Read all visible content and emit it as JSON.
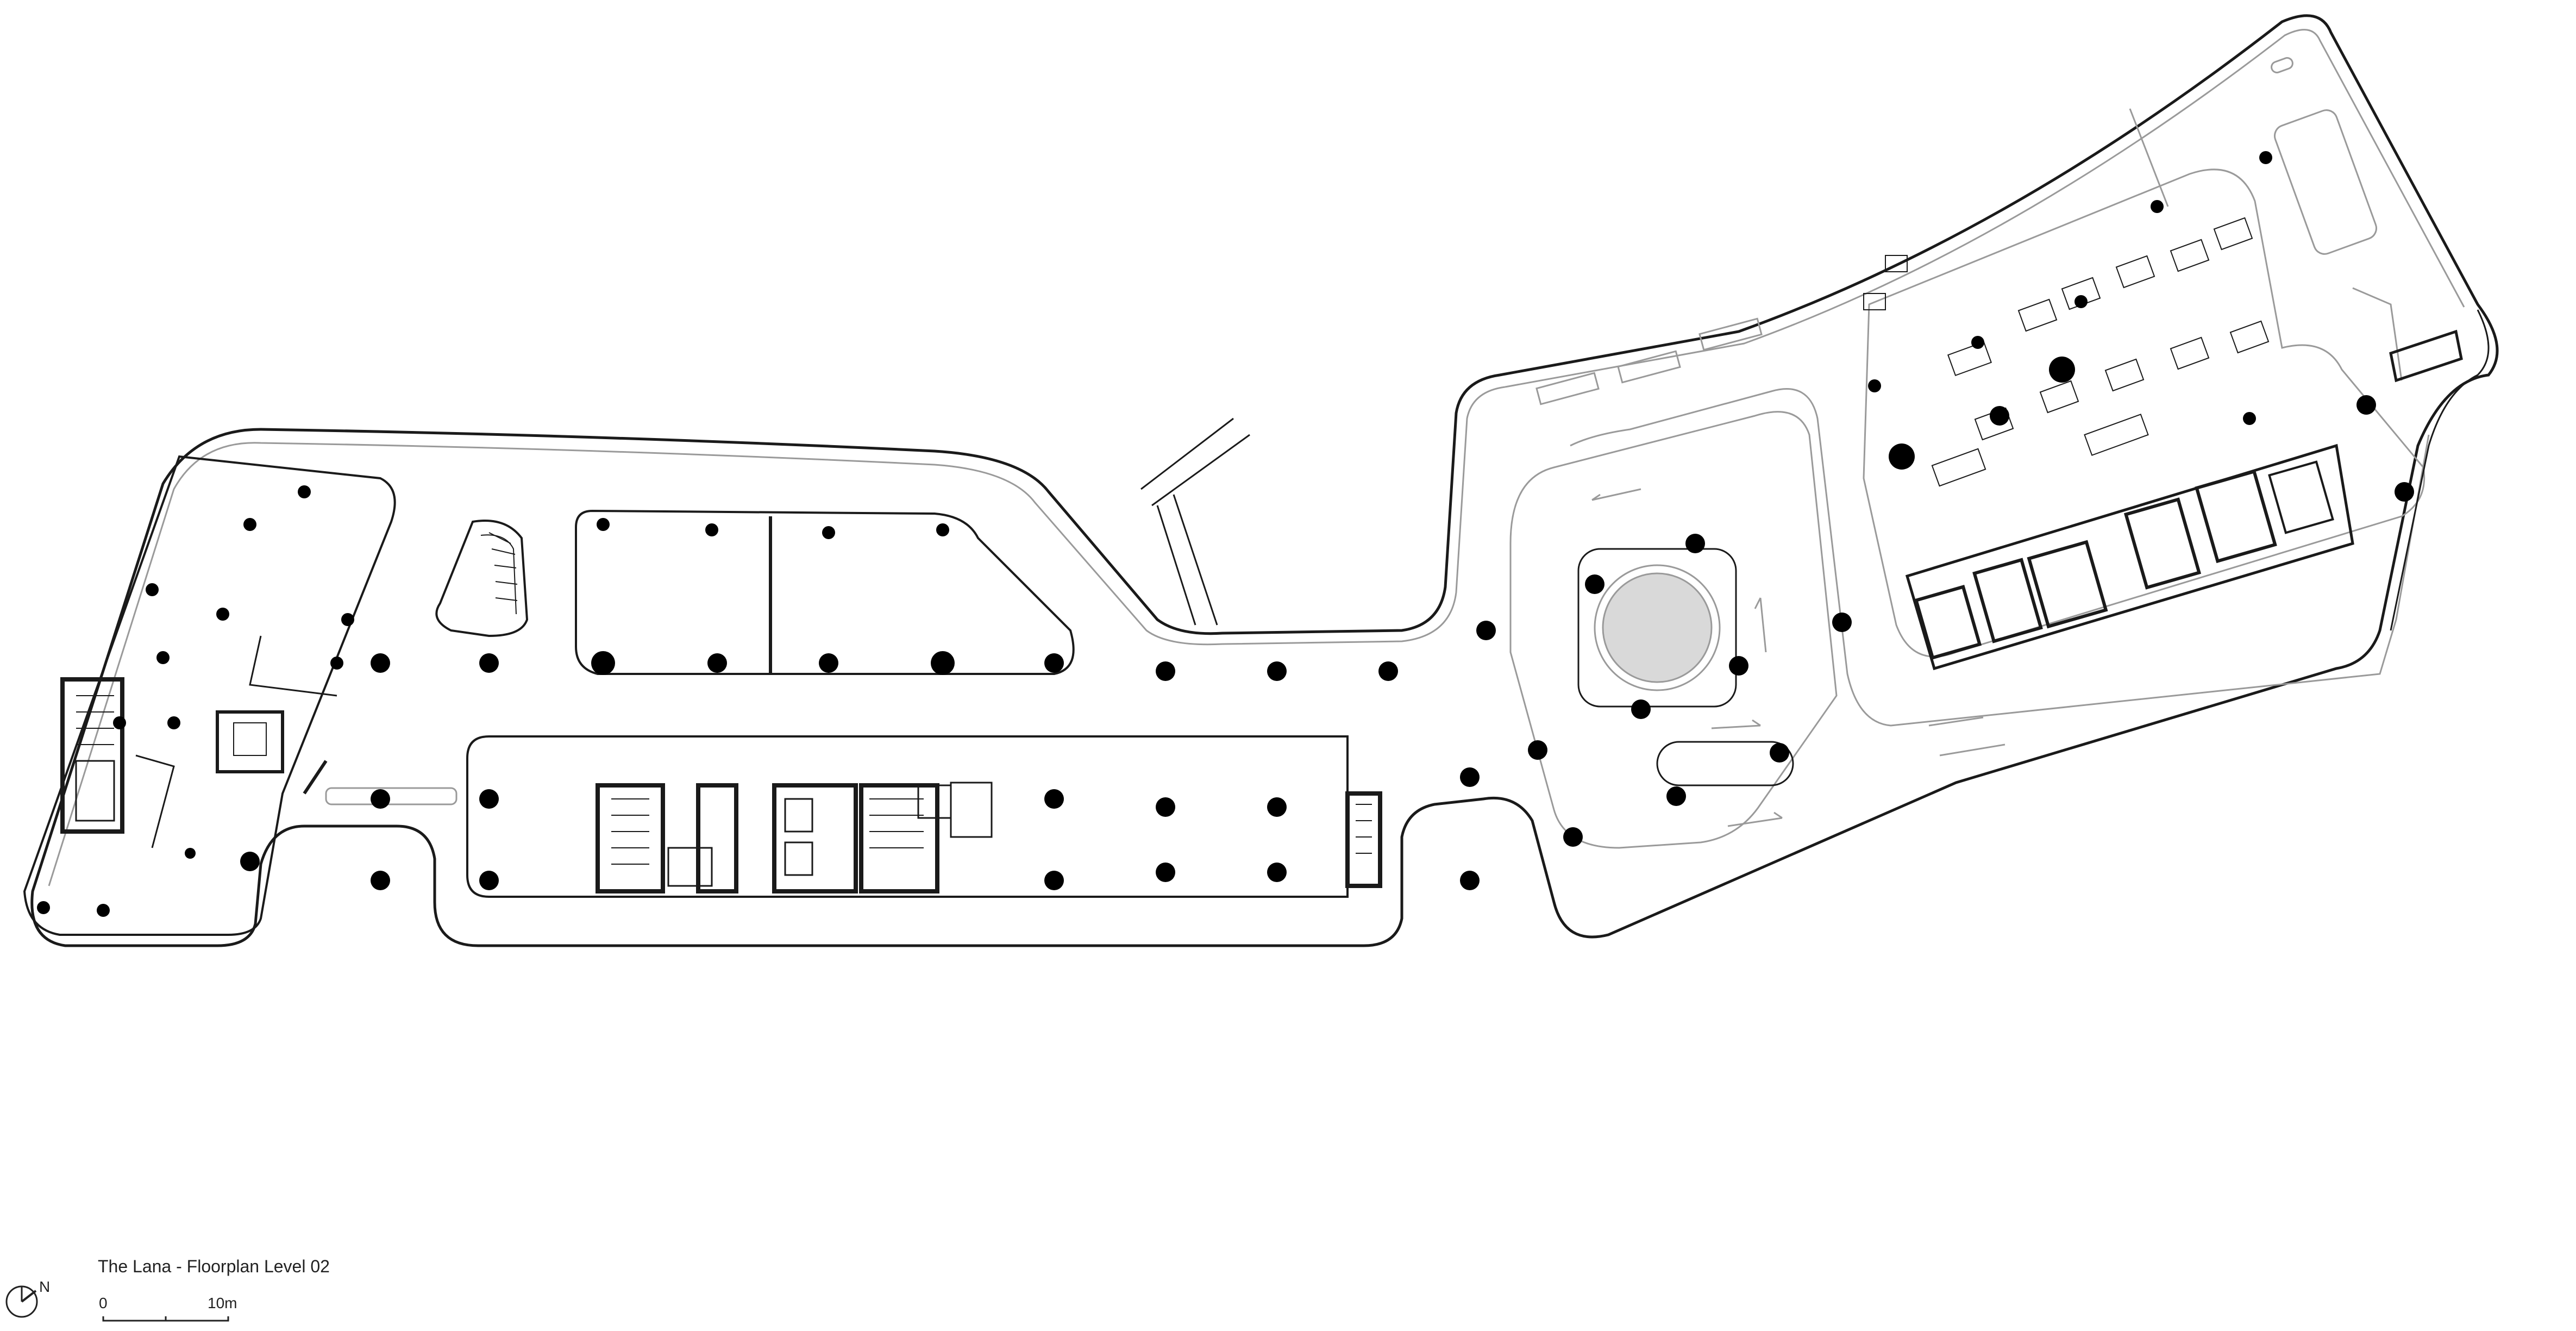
{
  "drawing": {
    "title": "The Lana - Floorplan Level 02",
    "north_label": "N",
    "scale_start": "0",
    "scale_end": "10m"
  },
  "icons": {
    "north_arrow": "north-arrow-icon",
    "scale_bar": "scale-bar-icon"
  },
  "colors": {
    "line": "#1a1a1a",
    "light_line": "#9a9a9a",
    "column": "#000000",
    "fountain": "#d9d9d9",
    "background": "#ffffff"
  }
}
